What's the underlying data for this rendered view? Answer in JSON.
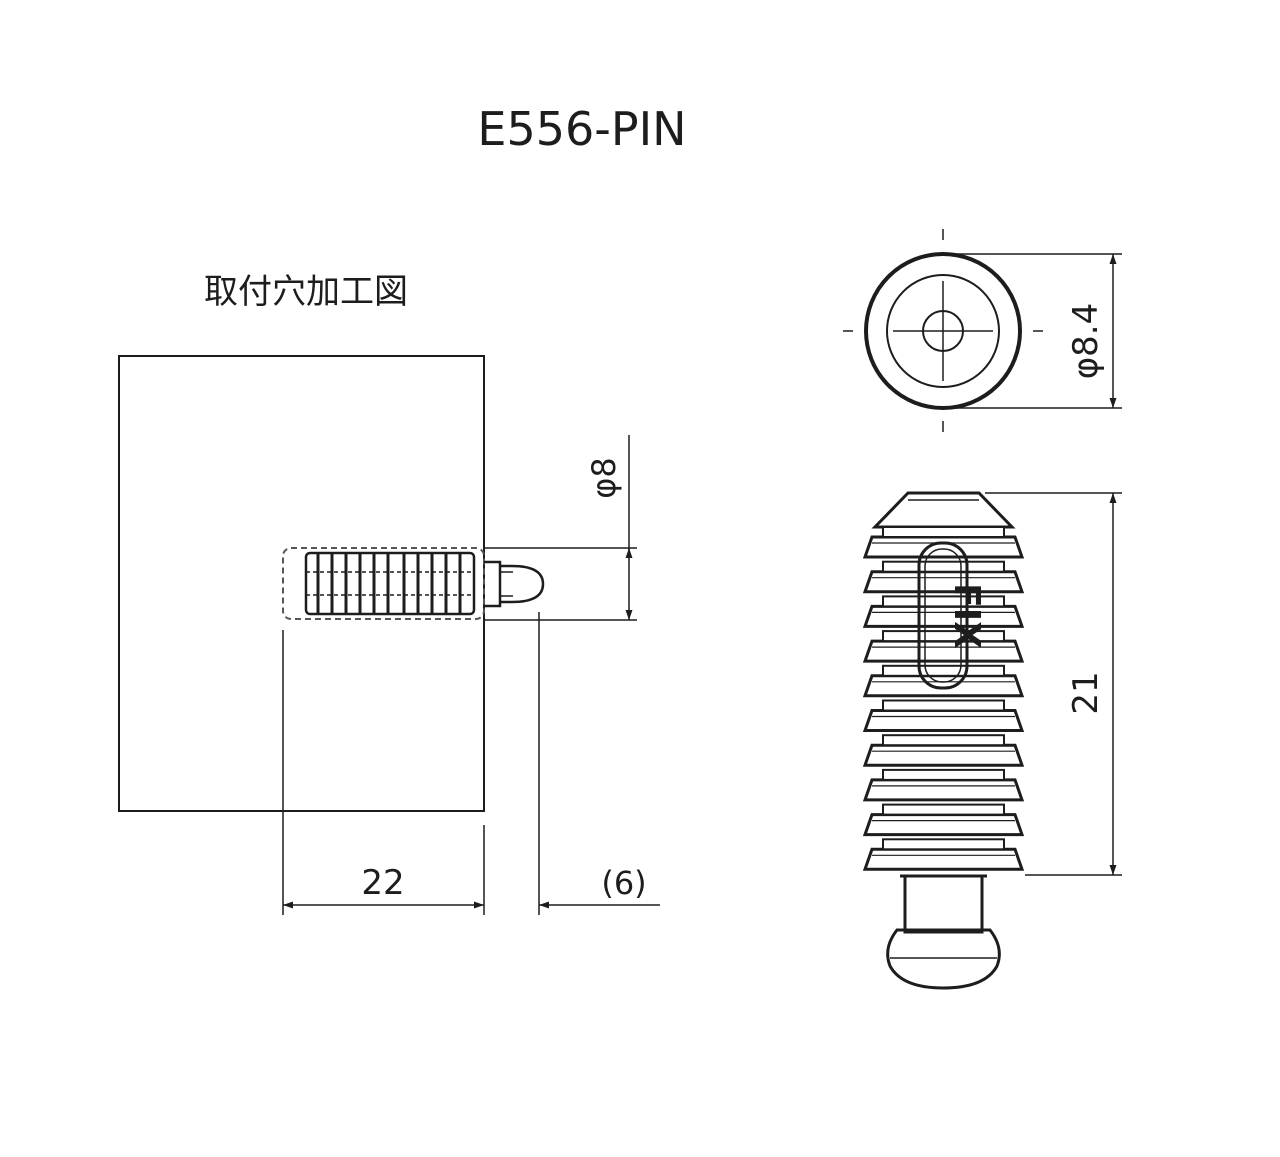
{
  "title": "E556-PIN",
  "section_label": "取付穴加工図",
  "dimensions": {
    "hole_diameter": "φ8",
    "hole_depth": "22",
    "protrusion": "(6)",
    "head_diameter": "φ8.4",
    "body_length": "21"
  },
  "logo_text": "FIX",
  "colors": {
    "line": "#1d1d1d",
    "fill": "#ffffff"
  }
}
